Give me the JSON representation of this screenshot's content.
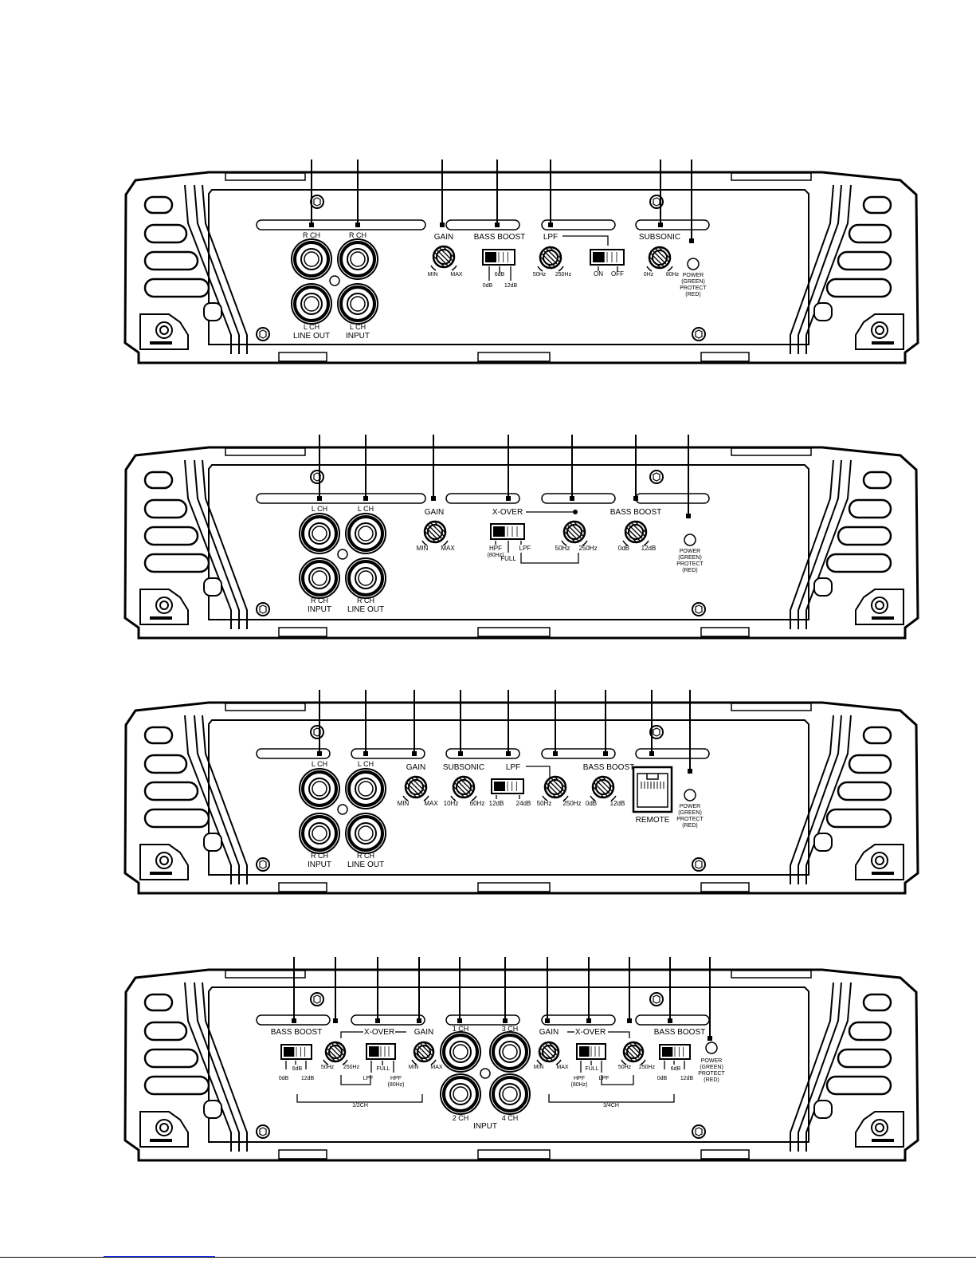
{
  "panels": [
    {
      "id": "panel-1",
      "labels": {
        "rca_left_top": "R CH",
        "rca_right_top": "R CH",
        "rca_left_bottom": "L CH",
        "rca_right_bottom": "L CH",
        "rca_left_caption": "LINE OUT",
        "rca_right_caption": "INPUT",
        "gain": "GAIN",
        "gain_min": "MIN",
        "gain_max": "MAX",
        "bass_boost": "BASS BOOST",
        "bb_0": "0dB",
        "bb_6": "6dB",
        "bb_12": "12dB",
        "lpf": "LPF",
        "lpf_lo": "50Hz",
        "lpf_hi": "250Hz",
        "lpf_on": "ON",
        "lpf_off": "OFF",
        "subsonic": "SUBSONIC",
        "sub_lo": "0Hz",
        "sub_hi": "80Hz",
        "led_lines": [
          "POWER",
          "(GREEN)",
          "PROTECT",
          "(RED)"
        ]
      }
    },
    {
      "id": "panel-2",
      "labels": {
        "rca_left_top": "L CH",
        "rca_right_top": "L CH",
        "rca_left_bottom": "R CH",
        "rca_right_bottom": "R CH",
        "rca_left_caption": "INPUT",
        "rca_right_caption": "LINE OUT",
        "gain": "GAIN",
        "gain_min": "MIN",
        "gain_max": "MAX",
        "xover": "X-OVER",
        "hpf": "HPF",
        "hpf_freq": "(80Hz)",
        "full": "FULL",
        "lpf": "LPF",
        "xo_lo": "50Hz",
        "xo_hi": "250Hz",
        "bass_boost": "BASS BOOST",
        "bb_lo": "0dB",
        "bb_hi": "12dB",
        "led_lines": [
          "POWER",
          "(GREEN)",
          "PROTECT",
          "(RED)"
        ]
      }
    },
    {
      "id": "panel-3",
      "labels": {
        "rca_left_top": "L CH",
        "rca_right_top": "L CH",
        "rca_left_bottom": "R CH",
        "rca_right_bottom": "R CH",
        "rca_left_caption": "INPUT",
        "rca_right_caption": "LINE OUT",
        "gain": "GAIN",
        "gain_min": "MIN",
        "gain_max": "MAX",
        "subsonic": "SUBSONIC",
        "sub_lo": "10Hz",
        "sub_hi": "60Hz",
        "lpf": "LPF",
        "slope_lo": "12dB",
        "slope_hi": "24dB",
        "lpf_lo": "50Hz",
        "lpf_hi": "250Hz",
        "bass_boost": "BASS BOOST",
        "bb_lo": "0dB",
        "bb_hi": "12dB",
        "remote": "REMOTE",
        "led_lines": [
          "POWER",
          "(GREEN)",
          "PROTECT",
          "(RED)"
        ]
      }
    },
    {
      "id": "panel-4",
      "labels": {
        "bass_boost_a": "BASS BOOST",
        "bb_a_0": "0dB",
        "bb_a_6": "6dB",
        "bb_a_12": "12dB",
        "xover_a": "X-OVER",
        "xo_a_lo": "50Hz",
        "xo_a_hi": "250Hz",
        "xo_a_full": "FULL",
        "xo_a_lpf": "LPF",
        "xo_a_hpf": "HPF",
        "xo_a_hpf_freq": "(80Hz)",
        "gain_a": "GAIN",
        "gain_a_min": "MIN",
        "gain_a_max": "MAX",
        "group_a": "1/2CH",
        "ch1": "1 CH",
        "ch2": "2 CH",
        "ch3": "3 CH",
        "ch4": "4 CH",
        "input": "INPUT",
        "gain_b": "GAIN",
        "gain_b_min": "MIN",
        "gain_b_max": "MAX",
        "xover_b": "X-OVER",
        "xo_b_full": "FULL",
        "xo_b_hpf": "HPF",
        "xo_b_hpf_freq": "(80Hz)",
        "xo_b_lpf": "LPF",
        "xo_b_lo": "50Hz",
        "xo_b_hi": "250Hz",
        "bass_boost_b": "BASS BOOST",
        "bb_b_0": "0dB",
        "bb_b_6": "6dB",
        "bb_b_12": "12dB",
        "group_b": "3/4CH",
        "led_lines": [
          "POWER",
          "(GREEN)",
          "PROTECT",
          "(RED)"
        ]
      }
    }
  ]
}
